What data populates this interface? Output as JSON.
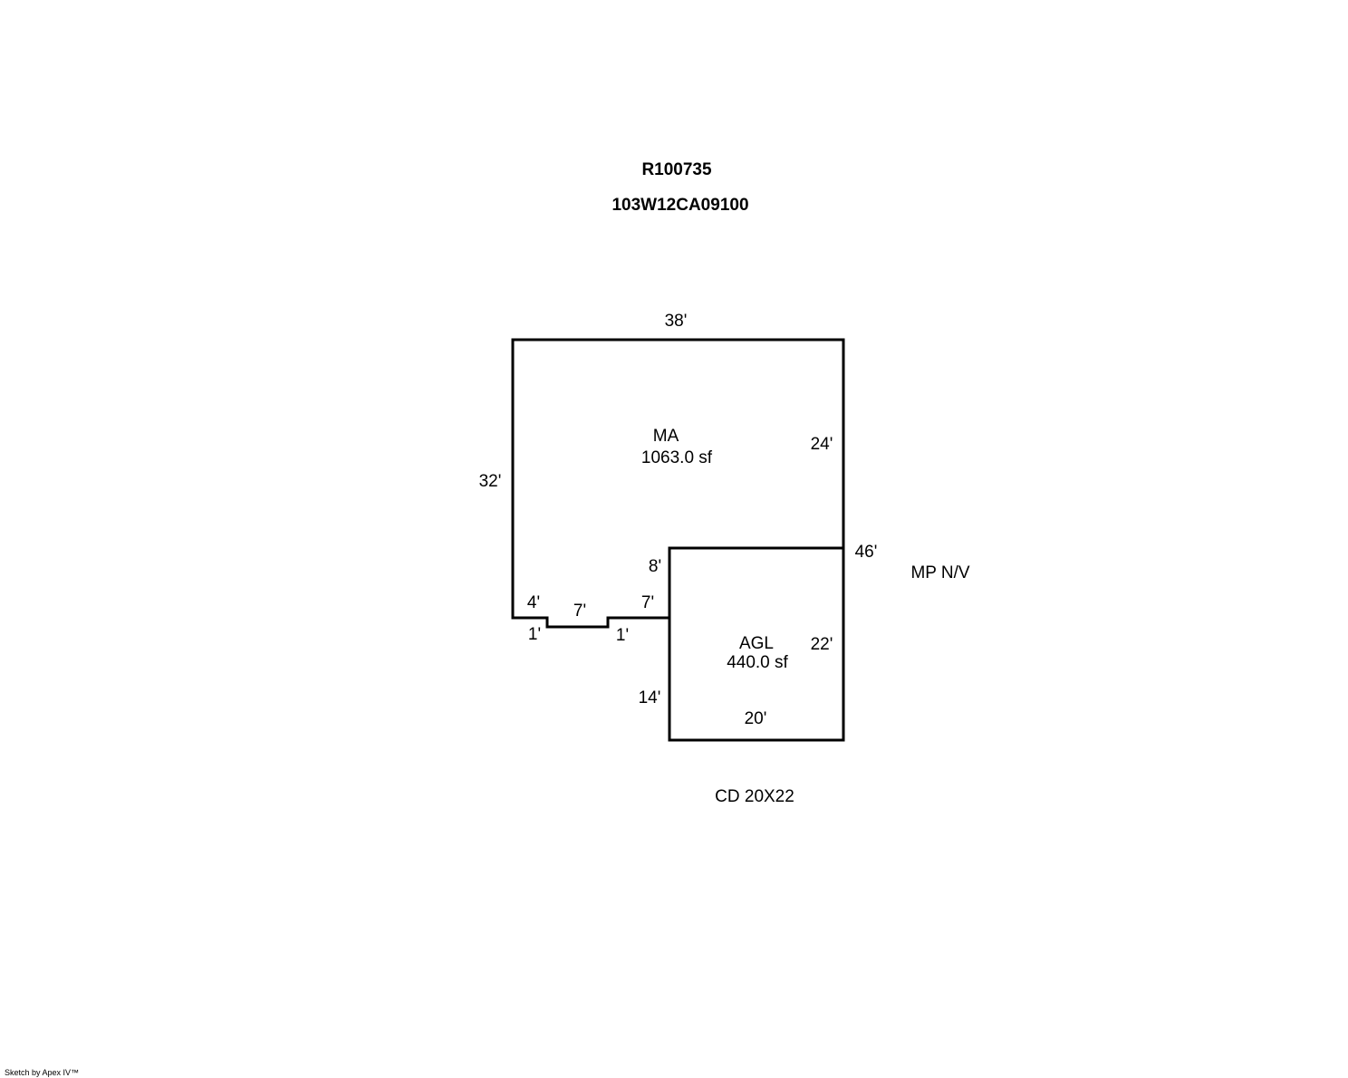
{
  "header": {
    "record_id": "R100735",
    "map_tax_lot": "103W12CA09100"
  },
  "areas": {
    "main": {
      "code": "MA",
      "area": "1063.0 sf"
    },
    "garage": {
      "code": "AGL",
      "area": "440.0 sf"
    }
  },
  "dimensions": {
    "main_top": "38'",
    "main_left": "32'",
    "main_right": "24'",
    "main_right_total": "46'",
    "step_left_a": "4'",
    "step_left_drop": "1'",
    "step_bottom_a": "7'",
    "step_right_drop": "1'",
    "step_bottom_b": "7'",
    "garage_left_upper": "8'",
    "garage_left_lower": "14'",
    "garage_right": "22'",
    "garage_bottom": "20'"
  },
  "notes": {
    "mp": "MP N/V",
    "cd": "CD 20X22"
  },
  "credit": "Sketch by Apex IV™"
}
